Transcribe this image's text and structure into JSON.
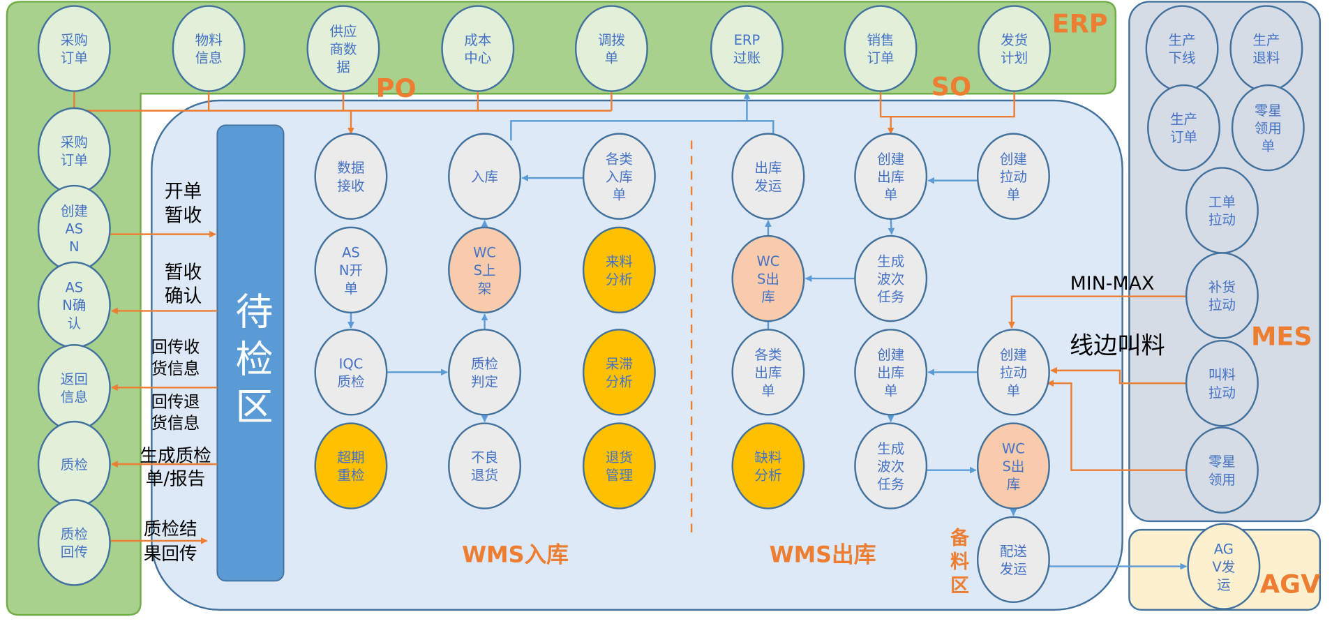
{
  "colors": {
    "erp_bg": "#a9d18e",
    "wms_bg": "#dde9f6",
    "mes_bg": "#d6dce5",
    "agv_bg": "#fdf0cf",
    "border": "#41719c",
    "orange": "#ed7d31",
    "blue_line": "#5b9bd5",
    "pending_bar": "#5b9bd5",
    "node_erp": "#e2efd9",
    "node_wms": "#ebebeb",
    "node_wcs": "#f8cbad",
    "node_analysis": "#ffc000",
    "node_mes": "#d6dce5",
    "node_agv": "#fdf0cf"
  },
  "regions": {
    "erp": "ERP",
    "po": "PO",
    "so": "SO",
    "mes": "MES",
    "agv": "AGV",
    "wms_inbound": "WMS入库",
    "wms_outbound": "WMS出库",
    "staging_area": "备料区",
    "pending_inspection": "待检区"
  },
  "annotations": {
    "open_receive": [
      "开单",
      "暂收"
    ],
    "receive_confirm": [
      "暂收",
      "确认"
    ],
    "return_receipt_info": [
      "回传收",
      "货信息"
    ],
    "return_return_info": [
      "回传退",
      "货信息"
    ],
    "generate_qc": [
      "生成质检",
      "单/报告"
    ],
    "qc_result_return": [
      "质检结",
      "果回传"
    ],
    "min_max": "MIN-MAX",
    "line_call": "线边叫料"
  },
  "nodes": [
    {
      "id": "erp_po",
      "type": "erp",
      "lines": [
        "采购",
        "订单"
      ]
    },
    {
      "id": "erp_material",
      "type": "erp",
      "lines": [
        "物料",
        "信息"
      ]
    },
    {
      "id": "erp_supplier",
      "type": "erp",
      "lines": [
        "供应",
        "商数",
        "据"
      ]
    },
    {
      "id": "erp_cost",
      "type": "erp",
      "lines": [
        "成本",
        "中心"
      ]
    },
    {
      "id": "erp_transfer",
      "type": "erp",
      "lines": [
        "调拨",
        "单"
      ]
    },
    {
      "id": "erp_post",
      "type": "erp",
      "lines": [
        "ERP",
        "过账"
      ]
    },
    {
      "id": "erp_sales",
      "type": "erp",
      "lines": [
        "销售",
        "订单"
      ]
    },
    {
      "id": "erp_ship_plan",
      "type": "erp",
      "lines": [
        "发货",
        "计划"
      ]
    },
    {
      "id": "l_po",
      "type": "erp",
      "lines": [
        "采购",
        "订单"
      ]
    },
    {
      "id": "l_asn",
      "type": "erp",
      "lines": [
        "创建",
        "AS",
        "N"
      ]
    },
    {
      "id": "l_asn_confirm",
      "type": "erp",
      "lines": [
        "AS",
        "N确",
        "认"
      ]
    },
    {
      "id": "l_return",
      "type": "erp",
      "lines": [
        "返回",
        "信息"
      ]
    },
    {
      "id": "l_qc",
      "type": "erp",
      "lines": [
        "质检"
      ]
    },
    {
      "id": "l_qc_return",
      "type": "erp",
      "lines": [
        "质检",
        "回传"
      ]
    },
    {
      "id": "in_data",
      "type": "wms",
      "lines": [
        "数据",
        "接收"
      ]
    },
    {
      "id": "in_stock",
      "type": "wms",
      "lines": [
        "入库"
      ]
    },
    {
      "id": "in_orders",
      "type": "wms",
      "lines": [
        "各类",
        "入库",
        "单"
      ]
    },
    {
      "id": "in_asn",
      "type": "wms",
      "lines": [
        "AS",
        "N开",
        "单"
      ]
    },
    {
      "id": "in_wcs",
      "type": "wcs",
      "lines": [
        "WC",
        "S上",
        "架"
      ]
    },
    {
      "id": "in_incoming",
      "type": "analysis",
      "lines": [
        "来料",
        "分析"
      ]
    },
    {
      "id": "in_iqc",
      "type": "wms",
      "lines": [
        "IQC",
        "质检"
      ]
    },
    {
      "id": "in_judge",
      "type": "wms",
      "lines": [
        "质检",
        "判定"
      ]
    },
    {
      "id": "in_slow",
      "type": "analysis",
      "lines": [
        "呆滞",
        "分析"
      ]
    },
    {
      "id": "in_recheck",
      "type": "analysis",
      "lines": [
        "超期",
        "重检"
      ]
    },
    {
      "id": "in_reject",
      "type": "wms",
      "lines": [
        "不良",
        "退货"
      ]
    },
    {
      "id": "in_returns",
      "type": "analysis",
      "lines": [
        "退货",
        "管理"
      ]
    },
    {
      "id": "out_ship",
      "type": "wms",
      "lines": [
        "出库",
        "发运"
      ]
    },
    {
      "id": "out_create1",
      "type": "wms",
      "lines": [
        "创建",
        "出库",
        "单"
      ]
    },
    {
      "id": "out_pull1",
      "type": "wms",
      "lines": [
        "创建",
        "拉动",
        "单"
      ]
    },
    {
      "id": "out_wcs1",
      "type": "wcs",
      "lines": [
        "WC",
        "S出",
        "库"
      ]
    },
    {
      "id": "out_wave1",
      "type": "wms",
      "lines": [
        "生成",
        "波次",
        "任务"
      ]
    },
    {
      "id": "out_orders",
      "type": "wms",
      "lines": [
        "各类",
        "出库",
        "单"
      ]
    },
    {
      "id": "out_create2",
      "type": "wms",
      "lines": [
        "创建",
        "出库",
        "单"
      ]
    },
    {
      "id": "out_pull2",
      "type": "wms",
      "lines": [
        "创建",
        "拉动",
        "单"
      ]
    },
    {
      "id": "out_shortage",
      "type": "analysis",
      "lines": [
        "缺料",
        "分析"
      ]
    },
    {
      "id": "out_wave2",
      "type": "wms",
      "lines": [
        "生成",
        "波次",
        "任务"
      ]
    },
    {
      "id": "out_wcs2",
      "type": "wcs",
      "lines": [
        "WC",
        "S出",
        "库"
      ]
    },
    {
      "id": "out_deliver",
      "type": "wms",
      "lines": [
        "配送",
        "发运"
      ]
    },
    {
      "id": "mes_offline",
      "type": "mes",
      "lines": [
        "生产",
        "下线"
      ]
    },
    {
      "id": "mes_return",
      "type": "mes",
      "lines": [
        "生产",
        "退料"
      ]
    },
    {
      "id": "mes_order",
      "type": "mes",
      "lines": [
        "生产",
        "订单"
      ]
    },
    {
      "id": "mes_misc_order",
      "type": "mes",
      "lines": [
        "零星",
        "领用",
        "单"
      ]
    },
    {
      "id": "mes_wo_pull",
      "type": "mes",
      "lines": [
        "工单",
        "拉动"
      ]
    },
    {
      "id": "mes_replenish",
      "type": "mes",
      "lines": [
        "补货",
        "拉动"
      ]
    },
    {
      "id": "mes_call",
      "type": "mes",
      "lines": [
        "叫料",
        "拉动"
      ]
    },
    {
      "id": "mes_misc",
      "type": "mes",
      "lines": [
        "零星",
        "领用"
      ]
    },
    {
      "id": "agv_ship",
      "type": "agv",
      "lines": [
        "AG",
        "V发",
        "运"
      ]
    }
  ]
}
